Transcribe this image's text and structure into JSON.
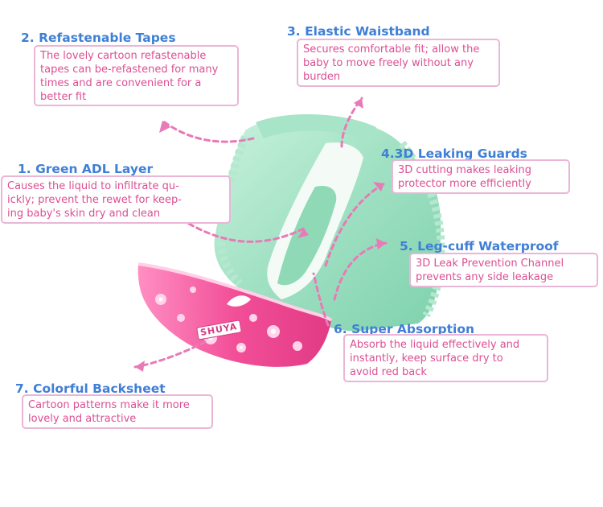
{
  "brand": "SHUYA",
  "colors": {
    "title": "#3f7fd6",
    "text": "#dc4f93",
    "border": "#eab6d6",
    "arrow": "#e87ab7",
    "diaper_green": "#9fe0c2",
    "backsheet_pink": "#f24f98"
  },
  "features": [
    {
      "title": "1. Green ADL Layer",
      "lines": [
        "Causes the liquid to infiltrate qu-",
        "ickly; prevent the rewet for keep-",
        "ing baby's skin dry and clean"
      ]
    },
    {
      "title": "2. Refastenable Tapes",
      "lines": [
        "The lovely cartoon refastenable",
        "tapes can be-refastened for many",
        "times and are convenient for a",
        "better fit"
      ]
    },
    {
      "title": "3. Elastic Waistband",
      "lines": [
        "Secures comfortable fit; allow the",
        "baby to move freely without any",
        "burden"
      ]
    },
    {
      "title": "4.3D Leaking Guards",
      "lines": [
        "3D cutting makes leaking",
        "protector more efficiently"
      ]
    },
    {
      "title": "5. Leg-cuff Waterproof",
      "lines": [
        "3D Leak Prevention Channel",
        "prevents any side leakage"
      ]
    },
    {
      "title": "6. Super Absorption",
      "lines": [
        "Absorb the liquid effectively and",
        "instantly, keep surface dry to",
        "avoid red back"
      ]
    },
    {
      "title": "7. Colorful Backsheet",
      "lines": [
        "Cartoon patterns make it more",
        "lovely and attractive"
      ]
    }
  ]
}
